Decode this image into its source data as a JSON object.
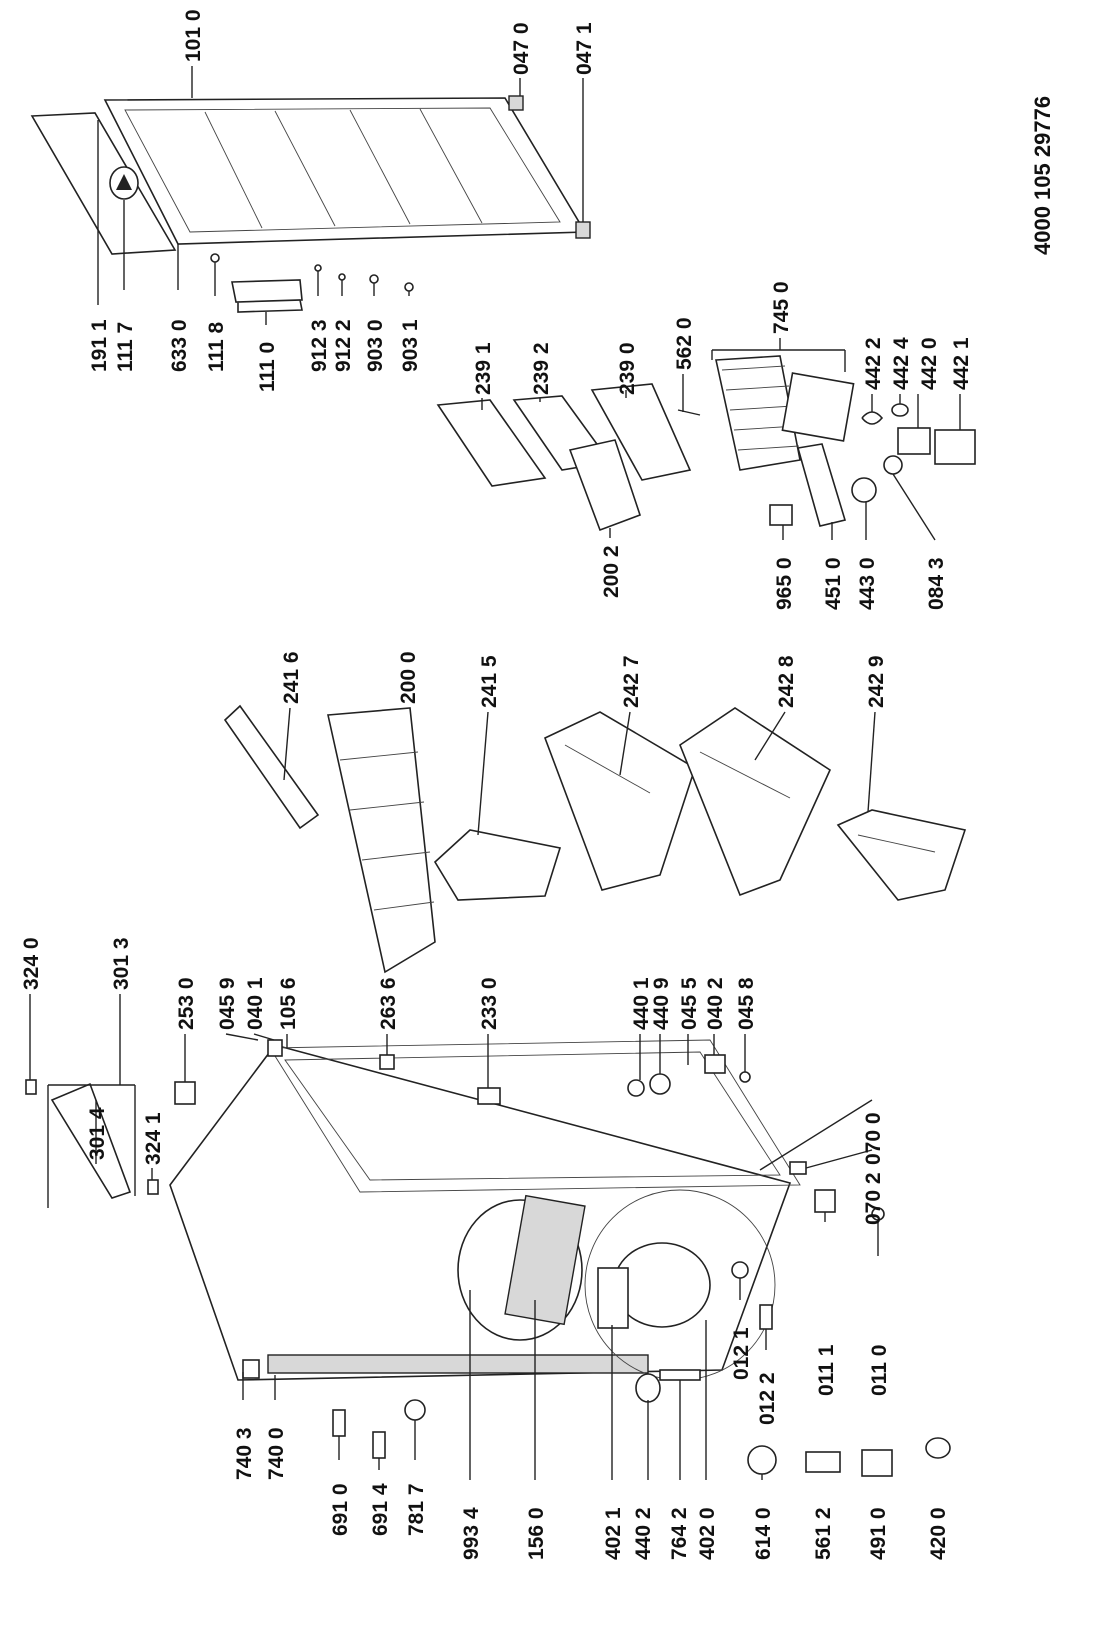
{
  "document_number": "4000 105 29776",
  "colors": {
    "ink": "#111111",
    "paper": "#ffffff"
  },
  "labels": {
    "L101_0": "101 0",
    "L047_0": "047 0",
    "L047_1": "047 1",
    "L191_1": "191 1",
    "L111_7": "111 7",
    "L633_0": "633 0",
    "L111_8": "111 8",
    "L111_0": "111 0",
    "L912_3": "912 3",
    "L912_2": "912 2",
    "L903_0": "903 0",
    "L903_1": "903 1",
    "L239_1": "239 1",
    "L239_2": "239 2",
    "L239_0": "239 0",
    "L562_0": "562 0",
    "L745_0": "745 0",
    "L442_2": "442 2",
    "L442_4": "442 4",
    "L442_0": "442 0",
    "L442_1": "442 1",
    "L200_2": "200 2",
    "L965_0": "965 0",
    "L451_0": "451 0",
    "L443_0": "443 0",
    "L084_3": "084 3",
    "L241_6": "241 6",
    "L200_0": "200 0",
    "L241_5": "241 5",
    "L242_7": "242 7",
    "L242_8": "242 8",
    "L242_9": "242 9",
    "L324_0": "324 0",
    "L301_3": "301 3",
    "L253_0": "253 0",
    "L045_9": "045 9",
    "L040_1": "040 1",
    "L105_6": "105 6",
    "L263_6": "263 6",
    "L233_0": "233 0",
    "L440_1": "440 1",
    "L440_9": "440 9",
    "L045_5": "045 5",
    "L040_2": "040 2",
    "L045_8": "045 8",
    "L301_4": "301 4",
    "L324_1": "324 1",
    "L070_0": "070 0",
    "L070_2": "070 2",
    "L740_3": "740 3",
    "L740_0": "740 0",
    "L691_0": "691 0",
    "L691_4": "691 4",
    "L781_7": "781 7",
    "L993_4": "993 4",
    "L156_0": "156 0",
    "L402_1": "402 1",
    "L440_2": "440 2",
    "L764_2": "764 2",
    "L402_0": "402 0",
    "L012_1": "012 1",
    "L012_2": "012 2",
    "L011_1": "011 1",
    "L011_0": "011 0",
    "L614_0": "614 0",
    "L561_2": "561 2",
    "L491_0": "491 0",
    "L420_0": "420 0"
  }
}
